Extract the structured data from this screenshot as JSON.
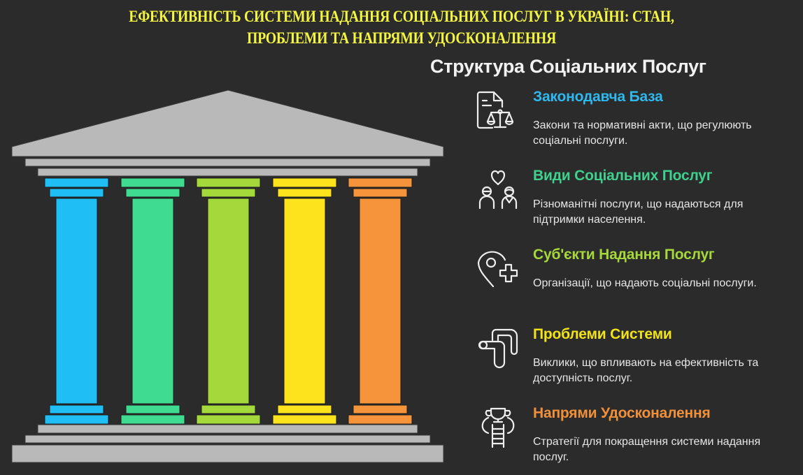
{
  "title": {
    "line1": "ЕФЕКТИВНІСТЬ СИСТЕМИ НАДАННЯ СОЦІАЛЬНИХ ПОСЛУГ В УКРАЇНІ: СТАН,",
    "line2": "ПРОБЛЕМИ ТА НАПРЯМИ УДОСКОНАЛЕННЯ",
    "color": "#f3f542"
  },
  "diagram": {
    "title": "Структура Соціальних Послуг",
    "structure_color": "#b9b9b9",
    "background": "#2b2b2b",
    "pillars": [
      {
        "name": "Законодавча База",
        "color": "#1fbff5"
      },
      {
        "name": "Види Соціальних Послуг",
        "color": "#3fdb91"
      },
      {
        "name": "Суб'єкти Надання Послуг",
        "color": "#a3d93a"
      },
      {
        "name": "Проблеми Системи",
        "color": "#fde31b"
      },
      {
        "name": "Напрями Удосконалення",
        "color": "#f5943a"
      }
    ],
    "items": [
      {
        "icon": "legal-document-scales-icon",
        "heading": "Законодавча База",
        "color": "#2fb8ee",
        "description": "Закони та нормативні акти, що регулюють соціальні послуги."
      },
      {
        "icon": "people-heart-icon",
        "heading": "Види Соціальних Послуг",
        "color": "#3fd08e",
        "description": "Різноманітні послуги, що надаються для підтримки населення."
      },
      {
        "icon": "location-pin-plus-icon",
        "heading": "Суб'єкти Надання Послуг",
        "color": "#a7d83a",
        "description": "Організації, що надають соціальні послуги."
      },
      {
        "icon": "pipe-path-icon",
        "heading": "Проблеми Системи",
        "color": "#f2e21a",
        "description": "Виклики, що впливають на ефективність та доступність послуг."
      },
      {
        "icon": "trophy-ladder-icon",
        "heading": "Напрями Удосконалення",
        "color": "#f0903a",
        "description": "Стратегії для покращення системи надання послуг."
      }
    ]
  }
}
